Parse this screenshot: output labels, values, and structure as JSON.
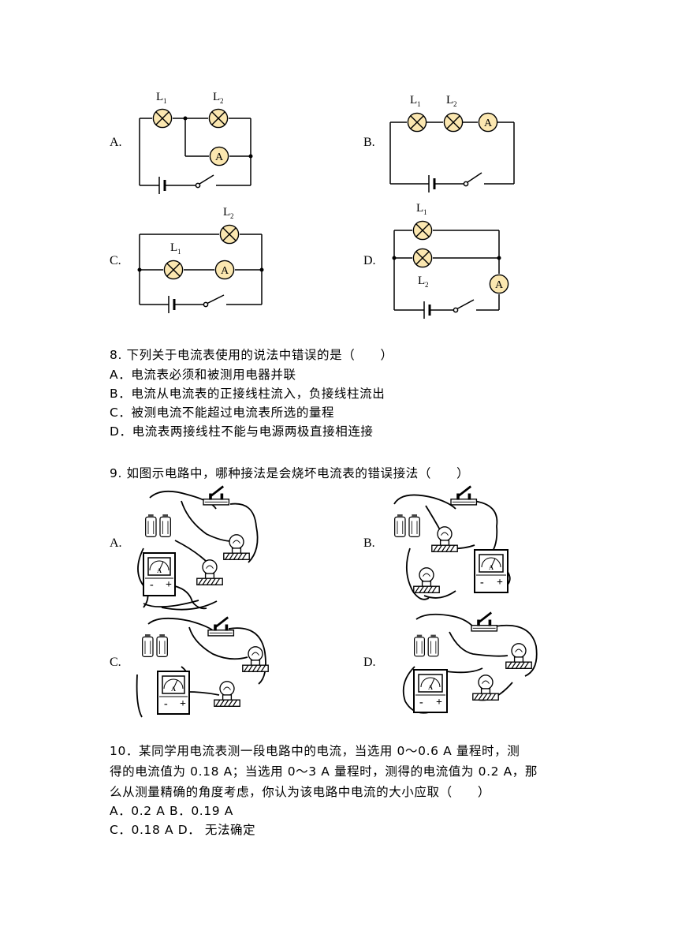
{
  "q7": {
    "options": {
      "a": "A.",
      "b": "B.",
      "c": "C.",
      "d": "D."
    },
    "labels": {
      "l1": "L",
      "l2": "L",
      "sub1": "1",
      "sub2": "2",
      "ammeter": "A"
    }
  },
  "q8": {
    "stem": "8.  下列关于电流表使用的说法中错误的是（　　）",
    "options": [
      "A．电流表必须和被测用电器并联",
      "B．电流从电流表的正接线柱流入，负接线柱流出",
      "C．被测电流不能超过电流表所选的量程",
      "D．电流表两接线柱不能与电源两极直接相连接"
    ]
  },
  "q9": {
    "stem": "9.  如图示电路中，哪种接法是会烧坏电流表的错误接法（　　）",
    "options": {
      "a": "A.",
      "b": "B.",
      "c": "C.",
      "d": "D."
    },
    "meter_label": "A",
    "terminal_minus": "-",
    "terminal_plus": "+"
  },
  "q10": {
    "lines": [
      "10．某同学用电流表测一段电路中的电流，当选用 0～0.6 A 量程时，测",
      "得的电流值为 0.18 A；当选用 0～3 A 量程时，测得的电流值为 0.2 A，那",
      "么从测量精确的角度考虑，你认为该电路中电流的大小应取（　　）"
    ],
    "options": [
      "A．0.2 A  B．0.19 A",
      "C．0.18 A  D．  无法确定"
    ]
  }
}
